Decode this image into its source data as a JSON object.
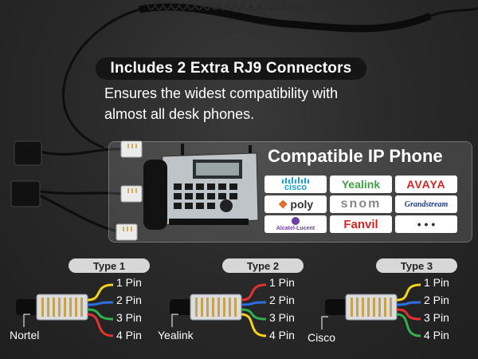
{
  "headline": "Includes 2 Extra RJ9 Connectors",
  "subtitle_line1": "Ensures the widest compatibility with",
  "subtitle_line2": "almost all desk phones.",
  "compat_title": "Compatible IP Phone",
  "brands": {
    "cisco": "cisco",
    "yealink": "Yealink",
    "avaya": "AVAYA",
    "poly": "poly",
    "snom": "snom",
    "grandstream": "Grandstream",
    "alcatel": "Alcatel-Lucent",
    "fanvil": "Fanvil",
    "more": "• • •"
  },
  "types": [
    {
      "label": "Type 1",
      "brand": "Nortel",
      "pins": [
        "1 Pin",
        "2 Pin",
        "3 Pin",
        "4 Pin"
      ],
      "wire_colors": [
        "#f5d21b",
        "#2f6fe3",
        "#2fb24d",
        "#e6312e"
      ]
    },
    {
      "label": "Type 2",
      "brand": "Yealink",
      "pins": [
        "1 Pin",
        "2 Pin",
        "3 Pin",
        "4 Pin"
      ],
      "wire_colors": [
        "#e6312e",
        "#2f6fe3",
        "#2fb24d",
        "#f5d21b"
      ]
    },
    {
      "label": "Type 3",
      "brand": "Cisco",
      "pins": [
        "1 Pin",
        "2 Pin",
        "3 Pin",
        "4 Pin"
      ],
      "wire_colors": [
        "#f5d21b",
        "#2f6fe3",
        "#e6312e",
        "#2fb24d"
      ]
    }
  ],
  "colors": {
    "accent_red": "#d32626",
    "cisco_blue": "#1ba0d7",
    "yealink_green": "#43a047",
    "poly_orange": "#e46b27"
  }
}
